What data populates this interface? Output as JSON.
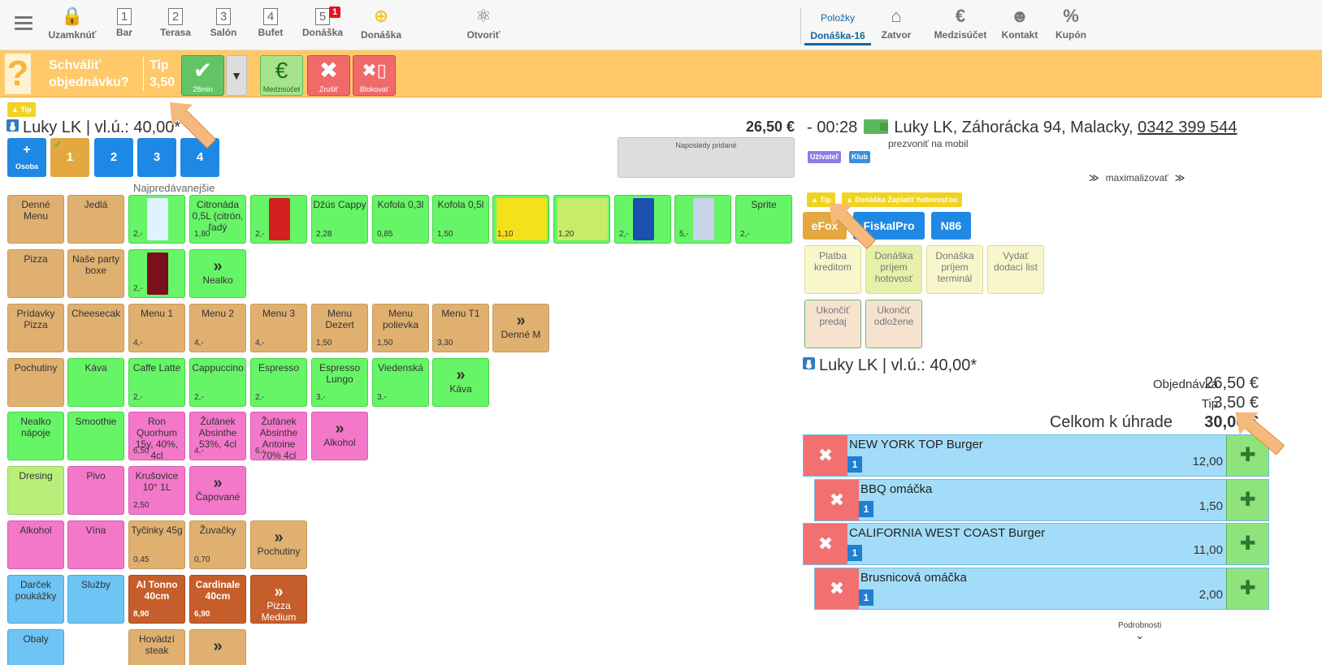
{
  "nav": {
    "menu_icon": "hamburger-icon",
    "items": [
      {
        "label": "Uzamknúť",
        "icon": "lock-icon"
      },
      {
        "label": "Bar",
        "num": "1"
      },
      {
        "label": "Terasa",
        "num": "2"
      },
      {
        "label": "Salón",
        "num": "3"
      },
      {
        "label": "Bufet",
        "num": "4"
      },
      {
        "label": "Donáška",
        "num": "5",
        "badge": "1"
      },
      {
        "label": "Donáška",
        "icon": "plus-circle-icon"
      },
      {
        "label": "Otvoriť",
        "icon": "wine-bottle-icon"
      }
    ],
    "right": [
      {
        "label": "Donáška-16",
        "top": "Položky",
        "active": true
      },
      {
        "label": "Zatvor",
        "icon": "house-icon"
      },
      {
        "label": "Medzisúčet",
        "icon": "euro-icon"
      },
      {
        "label": "Kontakt",
        "icon": "person-icon"
      },
      {
        "label": "Kupón",
        "icon": "coupon-icon"
      }
    ]
  },
  "approval": {
    "line1": "Schváliť",
    "line2": "objednávku?",
    "tip_label": "Tip",
    "tip_value": "3,50",
    "confirm_time": "28min",
    "subtotal": "Medzisúčet",
    "cancel": "Zrušiť",
    "block": "Blokovať"
  },
  "left": {
    "tip_chip": "Tip",
    "customer": "Luky LK | vl.ú.: 40,00*",
    "total": "26,50 €",
    "last_added": "Naposledy pridané",
    "bestsellers": "Najpredávanejšie",
    "seats": [
      {
        "label": "+",
        "sub": "Osoba"
      },
      {
        "label": "1"
      },
      {
        "label": "2"
      },
      {
        "label": "3"
      },
      {
        "label": "4"
      }
    ]
  },
  "tiles": [
    {
      "label": "Denné Menu"
    },
    {
      "label": "Jedlá"
    },
    {
      "label": "",
      "price": "2,-",
      "img": "water"
    },
    {
      "label": "Citronáda 0,5L (citrón, ľadý",
      "price": "1,80"
    },
    {
      "label": "",
      "price": "2,-",
      "img": "cola"
    },
    {
      "label": "Džús Cappy",
      "price": "2,28"
    },
    {
      "label": "Kofola 0,3l",
      "price": "0,85"
    },
    {
      "label": "Kofola 0,5l",
      "price": "1,50"
    },
    {
      "label": "",
      "price": "1,10",
      "img": "rauch"
    },
    {
      "label": "",
      "price": "1,20",
      "img": "lemon"
    },
    {
      "label": "",
      "price": "2,-",
      "img": "pepsi"
    },
    {
      "label": "",
      "price": "5,-",
      "img": "redbull"
    },
    {
      "label": "Sprite",
      "price": "2,-"
    },
    {
      "label": "Pizza"
    },
    {
      "label": "Naše party boxe"
    },
    {
      "label": "",
      "price": "2,-",
      "img": "bottle"
    },
    {
      "label": "Nealko",
      "chev": true
    },
    {
      "label": "Prídavky Pizza"
    },
    {
      "label": "Cheesecak"
    },
    {
      "label": "Menu 1",
      "price": "4,-"
    },
    {
      "label": "Menu 2",
      "price": "4,-"
    },
    {
      "label": "Menu 3",
      "price": "4,-"
    },
    {
      "label": "Menu Dezert",
      "price": "1,50"
    },
    {
      "label": "Menu polievka",
      "price": "1,50"
    },
    {
      "label": "Menu T1",
      "price": "3,30"
    },
    {
      "label": "Denné M",
      "chev": true
    },
    {
      "label": "Pochutiny"
    },
    {
      "label": "Káva"
    },
    {
      "label": "Caffe Latte",
      "price": "2,-"
    },
    {
      "label": "Cappuccino",
      "price": "2,-"
    },
    {
      "label": "Espresso",
      "price": "2,-"
    },
    {
      "label": "Espresso Lungo",
      "price": "3,-"
    },
    {
      "label": "Viedenská",
      "price": "3,-"
    },
    {
      "label": "Káva",
      "chev": true
    },
    {
      "label": "Nealko nápoje"
    },
    {
      "label": "Smoothie"
    },
    {
      "label": "Ron Quorhum 15y, 40%, 4cl",
      "price": "6,50"
    },
    {
      "label": "Žufánek Absinthe 53%, 4cl",
      "price": "4,-"
    },
    {
      "label": "Žufánek Absinthe Antoine 70% 4cl",
      "price": "6,-"
    },
    {
      "label": "Alkohol",
      "chev": true
    },
    {
      "label": "Dresing"
    },
    {
      "label": "Pivo"
    },
    {
      "label": "Krušovice 10° 1L",
      "price": "2,50"
    },
    {
      "label": "Čapované",
      "chev": true
    },
    {
      "label": "Alkohol"
    },
    {
      "label": "Vína"
    },
    {
      "label": "Tyčinky 45g",
      "price": "0,45"
    },
    {
      "label": "Žuvačky",
      "price": "0,70"
    },
    {
      "label": "Pochutiny",
      "chev": true
    },
    {
      "label": "Darček poukážky"
    },
    {
      "label": "Služby"
    },
    {
      "label": "Al Tonno 40cm",
      "price": "8,90"
    },
    {
      "label": "Cardinale 40cm",
      "price": "6,90"
    },
    {
      "label": "Pizza Medium",
      "chev": true
    },
    {
      "label": "Obaly"
    },
    {
      "label": "Hovädzí steak"
    },
    {
      "label": "",
      "chev": true
    }
  ],
  "right": {
    "time": "- 00:28",
    "address": "Luky LK, Záhorácka 94, Malacky,",
    "phone": "0342 399 544",
    "note": "prezvoniť na mobil",
    "tag_user": "Užívateľ",
    "tag_club": "Klub",
    "maximize": "maximalizovať",
    "chip_tip": "Tip",
    "chip_cash": "Donáška Zaplatiť hotovosťou",
    "btn_efox": "eFox",
    "btn_fiskal": "FiskalPro",
    "btn_n86": "N86",
    "pay": [
      "Platba kreditom",
      "Donáška príjem hotovosť",
      "Donáška príjem terminál",
      "Vydať dodací list"
    ],
    "finish": [
      "Ukončiť predaj",
      "Ukončiť odložene"
    ],
    "customer": "Luky LK | vl.ú.: 40,00*",
    "order_label": "Objednávka",
    "order_value": "26,50 €",
    "tip_label": "Tip",
    "tip_value": "3,50 €",
    "total_label": "Celkom k úhrade",
    "total_value": "30,00 €",
    "items": [
      {
        "name": "NEW YORK TOP Burger",
        "qty": "1",
        "amount": "12,00"
      },
      {
        "name": "BBQ omáčka",
        "qty": "1",
        "amount": "1,50"
      },
      {
        "name": "CALIFORNIA WEST COAST Burger",
        "qty": "1",
        "amount": "11,00"
      },
      {
        "name": "Brusnicová omáčka",
        "qty": "1",
        "amount": "2,00"
      }
    ],
    "details": "Podrobnosti"
  },
  "colors": {
    "approval_bar": "#ffc96a",
    "accent_blue": "#1e88e5",
    "item_blue": "#a3dcf8",
    "remove_red": "#f27070",
    "add_green": "#8ee37c"
  }
}
